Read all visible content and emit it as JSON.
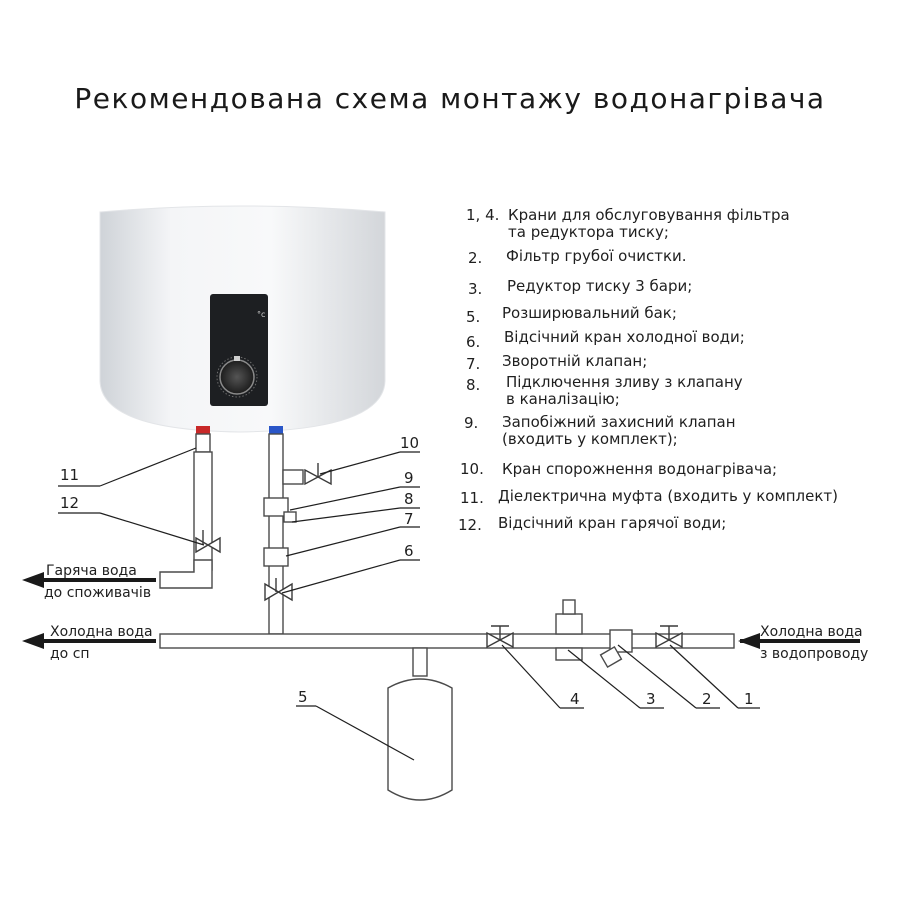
{
  "title": "Рекомендована схема монтажу водонагрівача",
  "legend": [
    {
      "num": "1, 4.",
      "text": "Крани для обслуговування фільтра",
      "text2": "та редуктора тиску;"
    },
    {
      "num": "2.",
      "text": "Фільтр грубої очистки."
    },
    {
      "num": "3.",
      "text": "Редуктор тиску 3 бари;"
    },
    {
      "num": "5.",
      "text": "Розширювальний бак;"
    },
    {
      "num": "6.",
      "text": "Відсічний кран холодної води;"
    },
    {
      "num": "7.",
      "text": "Зворотній клапан;"
    },
    {
      "num": "8.",
      "text": "Підключення зливу з клапану",
      "text2": "в каналізацію;"
    },
    {
      "num": "9.",
      "text": "Запобіжний захисний клапан",
      "text2": "(входить у комплект);"
    },
    {
      "num": "10.",
      "text": "Кран спорожнення водонагрівача;"
    },
    {
      "num": "11.",
      "text": "Діелектрична муфта (входить у комплект)"
    },
    {
      "num": "12.",
      "text": "Відсічний кран гарячої води;"
    }
  ],
  "flows": {
    "hot_out_1": "Гаряча вода",
    "hot_out_2": "до споживачів",
    "cold_out_1": "Холодна вода",
    "cold_out_2": "до сп",
    "cold_in_1": "Холодна вода",
    "cold_in_2": "з водопроводу"
  },
  "callouts": {
    "n1": "1",
    "n2": "2",
    "n3": "3",
    "n4": "4",
    "n5": "5",
    "n6": "6",
    "n7": "7",
    "n8": "8",
    "n9": "9",
    "n10": "10",
    "n11": "11",
    "n12": "12"
  },
  "heater": {
    "unit_symbol": "°c"
  }
}
